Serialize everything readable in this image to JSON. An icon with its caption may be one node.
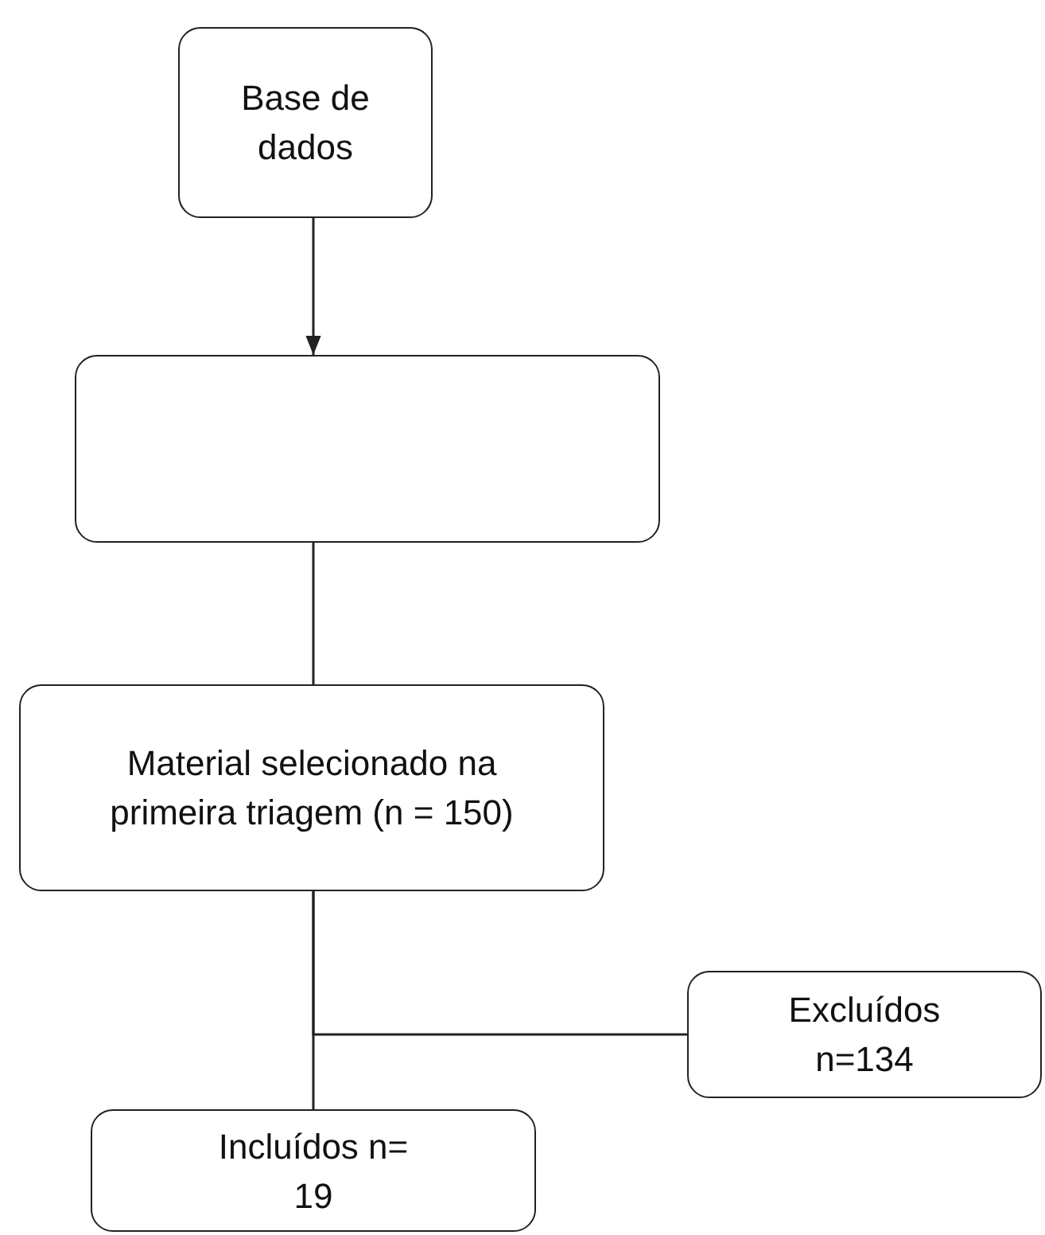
{
  "diagram": {
    "nodes": [
      {
        "text": [
          "Base de dados"
        ]
      },
      {
        "text": [],
        "shape": "box"
      },
      {
        "text": [
          "Material selecionado na primeira triagem (n = 150)"
        ]
      },
      {
        "text": [
          "Incluídos n= 19"
        ]
      },
      {
        "text": [
          "Excluídos n=134"
        ]
      }
    ],
    "edges": [
      {
        "from": 0,
        "to": 1,
        "arrow": "to"
      },
      {
        "from": 1,
        "to": 2,
        "arrow": "none"
      },
      {
        "from": 2,
        "to": 3,
        "arrow": "none"
      },
      {
        "from": 2,
        "to": 4,
        "arrow": "none"
      }
    ]
  }
}
